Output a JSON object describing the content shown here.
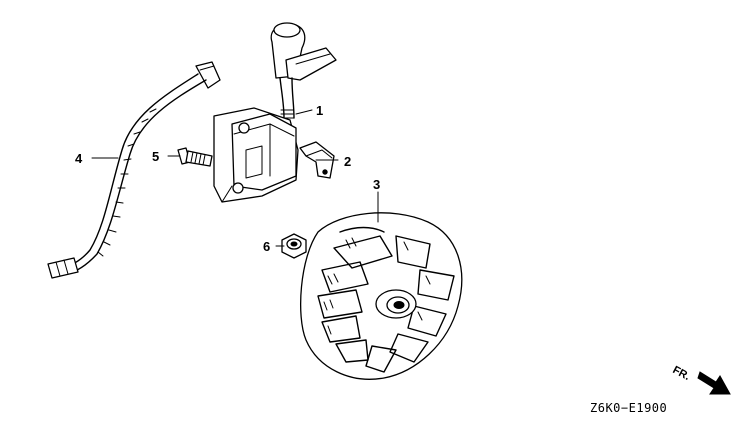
{
  "callouts": {
    "c1": "1",
    "c2": "2",
    "c3": "3",
    "c4": "4",
    "c5": "5",
    "c6": "6"
  },
  "diagram_code": "Z6K0−E1900",
  "direction_label": "FR."
}
